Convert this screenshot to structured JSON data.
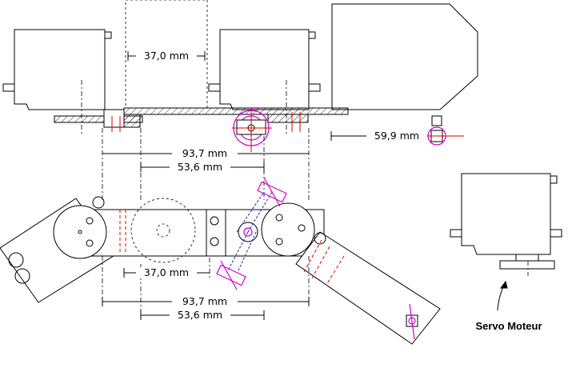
{
  "dimensions": {
    "top_width_small": "37,0 mm",
    "top_width_total": "93,7 mm",
    "top_width_mid": "53,6 mm",
    "top_right": "59,9 mm",
    "bottom_width_small": "37,0 mm",
    "bottom_width_total": "93,7 mm",
    "bottom_width_mid": "53,6 mm"
  },
  "labels": {
    "servo": "Servo Moteur"
  },
  "colors": {
    "outline": "#000000",
    "axis_red": "#e00000",
    "wheel_magenta": "#d000d0",
    "link_blue": "#2020c0"
  }
}
